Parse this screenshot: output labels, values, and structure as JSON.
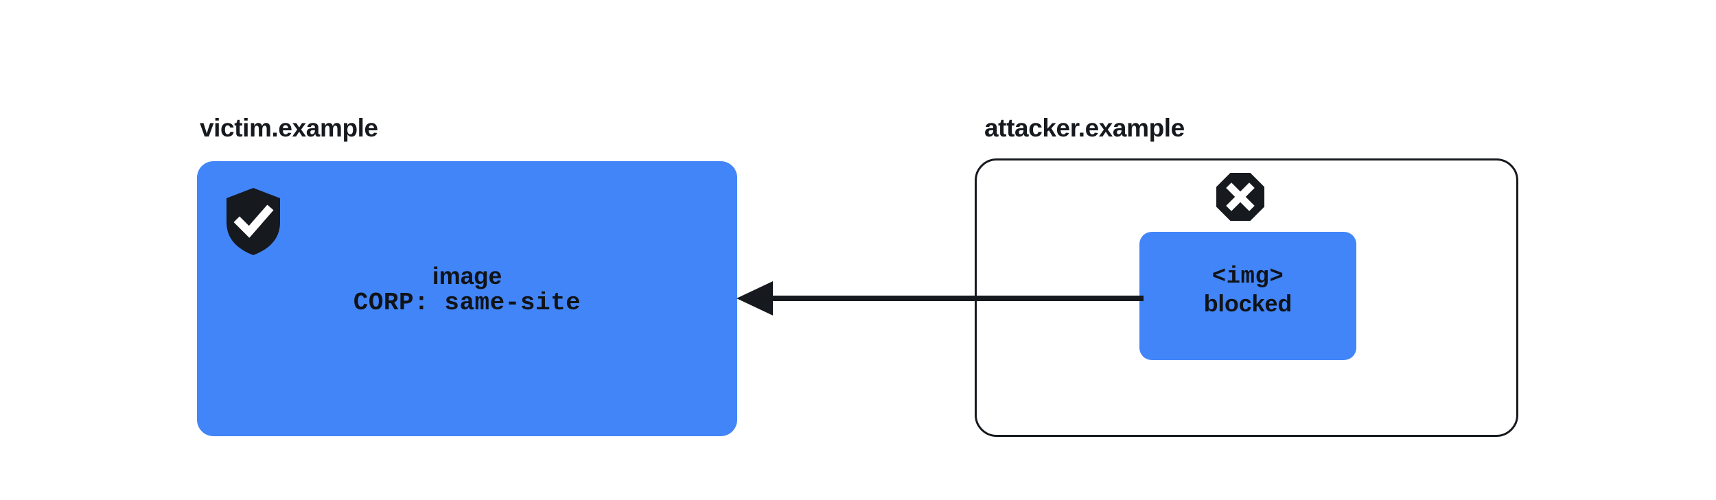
{
  "diagram": {
    "title_victim": "victim.example",
    "title_attacker": "attacker.example",
    "colors": {
      "resource_blue": "#4285f8",
      "ink": "#16191d",
      "background": "#ffffff"
    },
    "victim_panel": {
      "label": "victim.example",
      "badge_icon": "shield-check-icon",
      "resource_name": "image",
      "resource_header": "CORP: same-site"
    },
    "attacker_panel": {
      "label": "attacker.example",
      "badge_icon": "octagon-x-blocked-icon",
      "element_tag": "<img>",
      "status": "blocked"
    },
    "arrow": {
      "icon": "left-arrow-icon",
      "direction": "right-to-left",
      "from": "attacker.example",
      "to": "victim.example",
      "label": ""
    }
  }
}
